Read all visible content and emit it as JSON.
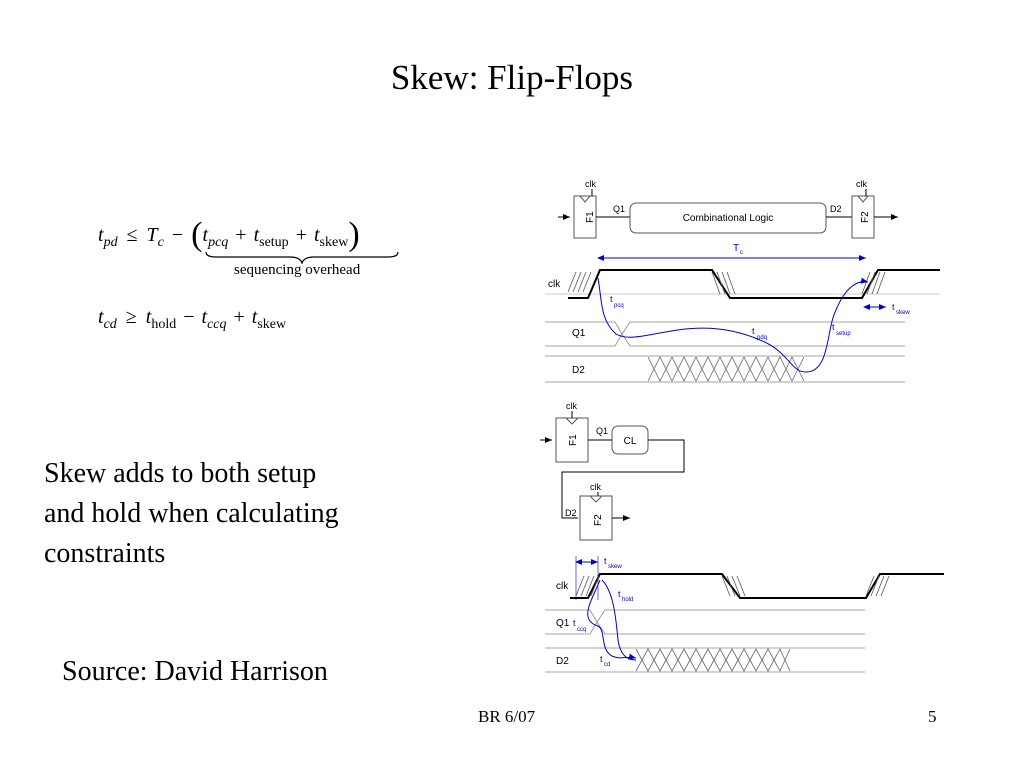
{
  "slide": {
    "title": "Skew: Flip-Flops",
    "body_text": [
      "Skew adds to both setup",
      "and hold when calculating",
      "constraints"
    ],
    "source": "Source: David Harrison",
    "footer_left": "BR 6/07",
    "page_number": "5"
  },
  "equations": {
    "setup": {
      "lhs_var": "t",
      "lhs_sub": "pd",
      "rel": "≤",
      "T": "T",
      "T_sub": "c",
      "minus": "−",
      "t1_sub": "pcq",
      "t2_sub": "setup",
      "t3_sub": "skew",
      "plus": "+",
      "underbrace_label": "sequencing overhead"
    },
    "hold": {
      "lhs_sub": "cd",
      "rel": "≥",
      "t1_sub": "hold",
      "minus": "−",
      "t2_sub": "ccq",
      "plus": "+",
      "t3_sub": "skew"
    }
  },
  "diagram_top": {
    "clk1": "clk",
    "clk2": "clk",
    "f1": "F1",
    "f2": "F2",
    "q1": "Q1",
    "d2": "D2",
    "logic": "Combinational Logic",
    "tc": "T",
    "tc_sub": "c",
    "row_clk": "clk",
    "row_q1": "Q1",
    "row_d2": "D2",
    "t_pcq": "t",
    "t_pcq_sub": "pcq",
    "t_pdq": "t",
    "t_pdq_sub": "pdq",
    "t_setup": "t",
    "t_setup_sub": "setup",
    "t_skew": "t",
    "t_skew_sub": "skew"
  },
  "diagram_bottom": {
    "clk1": "clk",
    "clk2": "clk",
    "f1": "F1",
    "f2": "F2",
    "q1": "Q1",
    "d2": "D2",
    "cl": "CL",
    "row_clk": "clk",
    "row_q1": "Q1",
    "row_d2": "D2",
    "t_skew": "t",
    "t_skew_sub": "skew",
    "t_hold": "t",
    "t_hold_sub": "hold",
    "t_ccq": "t",
    "t_ccq_sub": "ccq",
    "t_cd": "t",
    "t_cd_sub": "cd"
  },
  "colors": {
    "annotation": "#0000cc",
    "wire": "#000000",
    "gate_border": "#555555"
  }
}
